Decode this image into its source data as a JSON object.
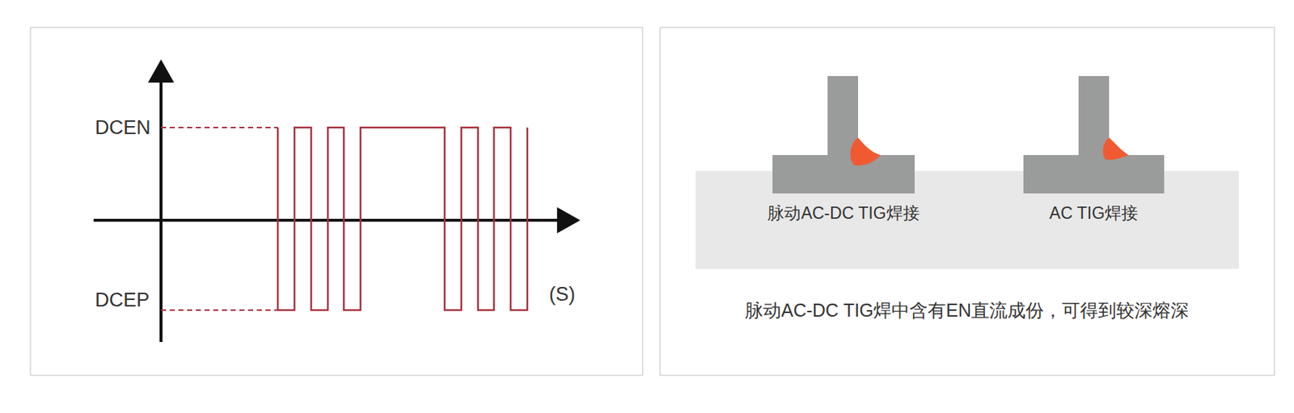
{
  "diagram": {
    "caption": "脉动AC-DC TIG焊中含有EN直流成份，可得到较深熔深",
    "labels": [
      "DCEN",
      "DCEP",
      "(S)",
      "脉动AC-DC TIG焊接",
      "AC TIG焊接"
    ]
  }
}
